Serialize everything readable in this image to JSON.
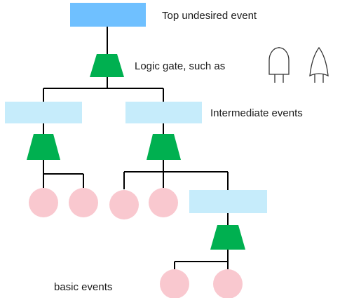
{
  "labels": {
    "top_event": "Top undesired event",
    "logic_gate": "Logic gate, such as",
    "intermediate_events": "Intermediate events",
    "basic_events": "basic events"
  },
  "colors": {
    "top_event": "#6fc0ff",
    "intermediate_event": "#c6ecfb",
    "gate": "#00b050",
    "basic_event": "#f9c8cf",
    "connector": "#000000"
  },
  "icons": [
    "and-gate-icon",
    "or-gate-icon"
  ]
}
